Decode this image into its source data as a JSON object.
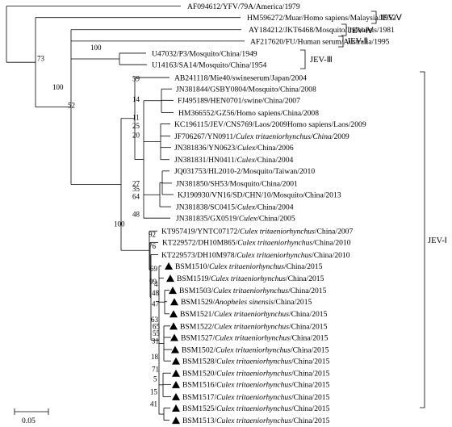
{
  "leaves": [
    {
      "id": "af094612",
      "parts": [
        {
          "t": "AF094612/YFV/79A/America/1979"
        }
      ]
    },
    {
      "id": "hm596272",
      "parts": [
        {
          "t": "HM596272/Muar/Homo sapiens/Malaysia/1952"
        }
      ]
    },
    {
      "id": "ay184212",
      "parts": [
        {
          "t": "AY184212/JKT6468/Mosquito/Indonesis/1981"
        }
      ]
    },
    {
      "id": "af217620",
      "parts": [
        {
          "t": "AF217620/FU/Human serum/Australia/1995"
        }
      ]
    },
    {
      "id": "u47032",
      "parts": [
        {
          "t": "U47032/P3/Mosquito/China/1949"
        }
      ]
    },
    {
      "id": "u14163",
      "parts": [
        {
          "t": "U14163/SA14/Mosquito/China/1954"
        }
      ]
    },
    {
      "id": "ab241118",
      "parts": [
        {
          "t": "AB241118/Mie40/swineserum/Japan/2004"
        }
      ]
    },
    {
      "id": "jn381844",
      "parts": [
        {
          "t": "JN381844/GSBY0804/Mosquito/China/2008"
        }
      ]
    },
    {
      "id": "fj495189",
      "parts": [
        {
          "t": "FJ495189/HEN0701/swine/China/2007"
        }
      ]
    },
    {
      "id": "hm366552",
      "parts": [
        {
          "t": "HM366552/GZ56/Homo sapiens/China/2008"
        }
      ]
    },
    {
      "id": "kc196115",
      "parts": [
        {
          "t": "KC196115/JEV/CNS769/Laos/2009Homo sapiens/Laos/2009"
        }
      ]
    },
    {
      "id": "jf706267",
      "parts": [
        {
          "t": "JF706267/YN0911/"
        },
        {
          "t": "Culex tritaeniorhynchus/China/",
          "i": true
        },
        {
          "t": "2009"
        }
      ]
    },
    {
      "id": "jn381836",
      "parts": [
        {
          "t": "JN381836/YN0623/"
        },
        {
          "t": "Culex",
          "i": true
        },
        {
          "t": "/China/2006"
        }
      ]
    },
    {
      "id": "jn381831",
      "parts": [
        {
          "t": "JN381831/HN0411/"
        },
        {
          "t": "Culex",
          "i": true
        },
        {
          "t": "/China/2004"
        }
      ]
    },
    {
      "id": "jq031753",
      "parts": [
        {
          "t": "JQ031753/HL2010-2/Mosquito/Taiwan/2010"
        }
      ]
    },
    {
      "id": "jn381850",
      "parts": [
        {
          "t": "JN381850/SH53/Mosquito/China/2001"
        }
      ]
    },
    {
      "id": "kj190930",
      "parts": [
        {
          "t": "KJ190930/VN16/SD/CHN/10/Mosquito/China/2013"
        }
      ]
    },
    {
      "id": "jn381838",
      "parts": [
        {
          "t": "JN381838/SC0415/"
        },
        {
          "t": "Culex",
          "i": true
        },
        {
          "t": "/China/2004"
        }
      ]
    },
    {
      "id": "jn381835",
      "parts": [
        {
          "t": "JN381835/GX0519/"
        },
        {
          "t": "Culex",
          "i": true
        },
        {
          "t": "/China/2005"
        }
      ]
    },
    {
      "id": "kt957419",
      "parts": [
        {
          "t": "KT957419/YNTC07172/"
        },
        {
          "t": "Culex tritaeniorhynchus",
          "i": true
        },
        {
          "t": "/China/2007"
        }
      ]
    },
    {
      "id": "kt229572",
      "parts": [
        {
          "t": "KT229572/DH10M865/"
        },
        {
          "t": "Culex tritaeniorhynchus",
          "i": true
        },
        {
          "t": "/China/2010"
        }
      ]
    },
    {
      "id": "kt229573",
      "parts": [
        {
          "t": "KT229573/DH10M978/"
        },
        {
          "t": "Culex tritaeniorhynchus",
          "i": true
        },
        {
          "t": "/China/2010"
        }
      ]
    },
    {
      "id": "bsm1510",
      "tri": true,
      "parts": [
        {
          "t": "BSM1510/"
        },
        {
          "t": "Culex tritaeniorhynchus",
          "i": true
        },
        {
          "t": "/China/2015"
        }
      ]
    },
    {
      "id": "bsm1519",
      "tri": true,
      "parts": [
        {
          "t": "BSM1519/"
        },
        {
          "t": "Culex tritaeniorhynchus",
          "i": true
        },
        {
          "t": "/China/2015"
        }
      ]
    },
    {
      "id": "bsm1503",
      "tri": true,
      "parts": [
        {
          "t": "BSM1503/"
        },
        {
          "t": "Culex tritaeniorhynchus",
          "i": true
        },
        {
          "t": "/China/2015"
        }
      ]
    },
    {
      "id": "bsm1529",
      "tri": true,
      "parts": [
        {
          "t": "BSM1529/"
        },
        {
          "t": "Anopheles sinensis",
          "i": true
        },
        {
          "t": "/China/2015"
        }
      ]
    },
    {
      "id": "bsm1521",
      "tri": true,
      "parts": [
        {
          "t": "BSM1521/"
        },
        {
          "t": "Culex tritaeniorhynchus",
          "i": true
        },
        {
          "t": "/China/2015"
        }
      ]
    },
    {
      "id": "bsm1522",
      "tri": true,
      "parts": [
        {
          "t": "BSM1522/"
        },
        {
          "t": "Culex tritaeniorhynchus",
          "i": true
        },
        {
          "t": "/China/2015"
        }
      ]
    },
    {
      "id": "bsm1527",
      "tri": true,
      "parts": [
        {
          "t": "BSM1527/"
        },
        {
          "t": "Culex tritaeniorhynchus",
          "i": true
        },
        {
          "t": "/China/2015"
        }
      ]
    },
    {
      "id": "bsm1502",
      "tri": true,
      "parts": [
        {
          "t": "BSM1502/"
        },
        {
          "t": "Culex tritaeniorhynchus",
          "i": true
        },
        {
          "t": "/China/2015"
        }
      ]
    },
    {
      "id": "bsm1528",
      "tri": true,
      "parts": [
        {
          "t": "BSM1528/"
        },
        {
          "t": "Culex tritaeniorhynchus",
          "i": true
        },
        {
          "t": "/China/2015"
        }
      ]
    },
    {
      "id": "bsm1520",
      "tri": true,
      "parts": [
        {
          "t": "BSM1520/"
        },
        {
          "t": "Culex tritaeniorhynchus",
          "i": true
        },
        {
          "t": "/China/2015"
        }
      ]
    },
    {
      "id": "bsm1516",
      "tri": true,
      "parts": [
        {
          "t": "BSM1516/"
        },
        {
          "t": "Culex tritaeniorhynchus",
          "i": true
        },
        {
          "t": "/China/2015"
        }
      ]
    },
    {
      "id": "bsm1517",
      "tri": true,
      "parts": [
        {
          "t": "BSM1517/"
        },
        {
          "t": "Culex tritaeniorhynchus",
          "i": true
        },
        {
          "t": "/China/2015"
        }
      ]
    },
    {
      "id": "bsm1525",
      "tri": true,
      "parts": [
        {
          "t": "BSM1525/"
        },
        {
          "t": "Culex tritaeniorhynchus",
          "i": true
        },
        {
          "t": "/China/2015"
        }
      ]
    },
    {
      "id": "bsm1513",
      "tri": true,
      "parts": [
        {
          "t": "BSM1513/"
        },
        {
          "t": "Culex tritaeniorhynchus",
          "i": true
        },
        {
          "t": "/China/2015"
        }
      ]
    }
  ],
  "bootstrap": [
    "73",
    "100",
    "52",
    "100",
    "59",
    "14",
    "11",
    "25",
    "20",
    "27",
    "35",
    "64",
    "48",
    "100",
    "92",
    "76",
    "69",
    "99",
    "4",
    "48",
    "47",
    "63",
    "65",
    "55",
    "31",
    "18",
    "71",
    "5",
    "15",
    "41"
  ],
  "genotypes": {
    "jev5": "JEV-Ⅴ",
    "jev4": "JEV-Ⅳ",
    "jev2": "JEV-Ⅱ",
    "jev3": "JEV-Ⅲ",
    "jev1": "JEV-Ⅰ"
  },
  "scale": {
    "label": "0.05"
  }
}
